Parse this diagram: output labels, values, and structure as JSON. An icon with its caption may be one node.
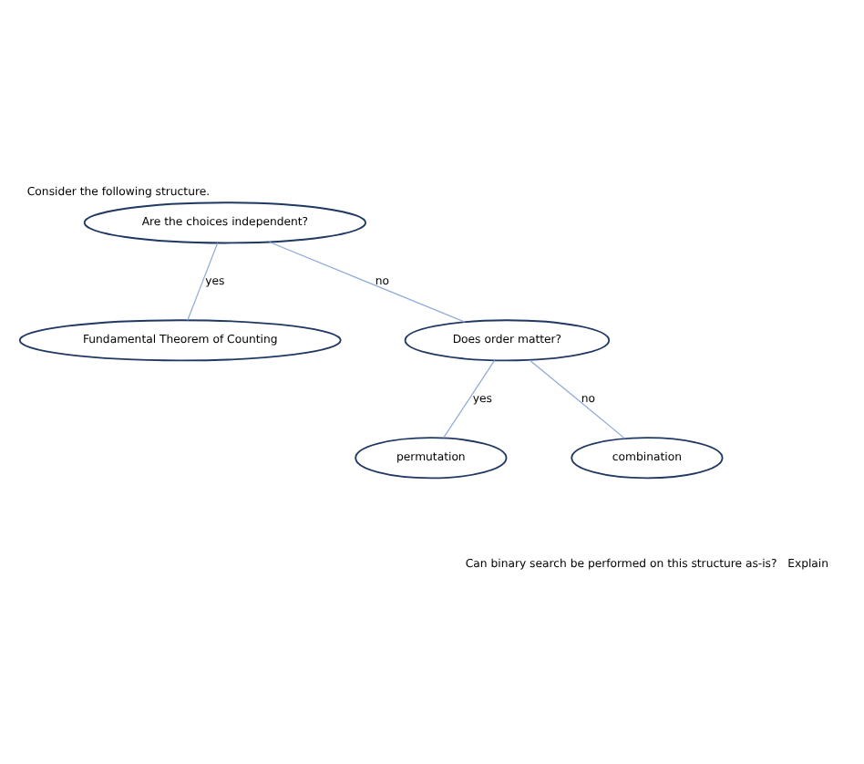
{
  "diagram": {
    "title": "Consider the following structure.",
    "caption": "Can binary search be performed on this structure as-is?   Explain",
    "nodes": [
      {
        "text": [
          "Are the choices independent?"
        ]
      },
      {
        "text": [
          "Fundamental Theorem of Counting"
        ]
      },
      {
        "text": [
          "Does order matter?"
        ]
      },
      {
        "text": [
          "permutation"
        ]
      },
      {
        "text": [
          "combination"
        ]
      }
    ],
    "edges": [
      {
        "from": 0,
        "to": 1,
        "arrow": "none",
        "label": "yes"
      },
      {
        "from": 0,
        "to": 2,
        "arrow": "none",
        "label": "no"
      },
      {
        "from": 2,
        "to": 3,
        "arrow": "none",
        "label": "yes"
      },
      {
        "from": 2,
        "to": 4,
        "arrow": "none",
        "label": "no"
      }
    ]
  }
}
